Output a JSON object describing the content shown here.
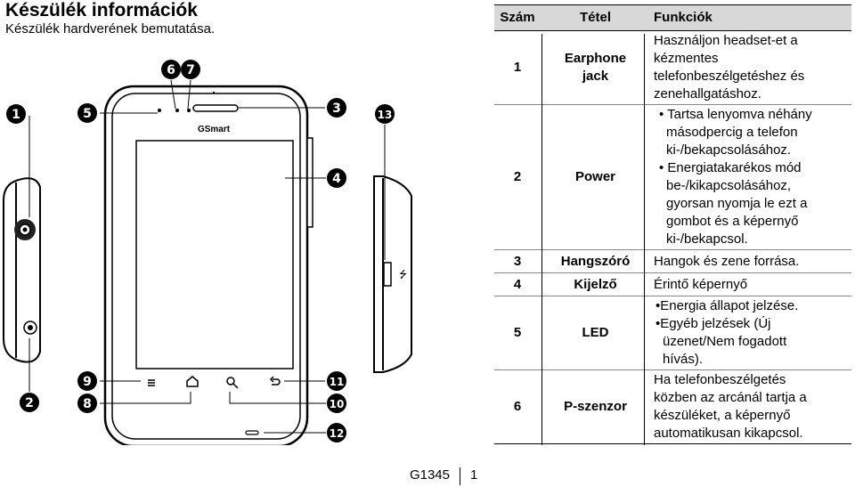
{
  "heading": {
    "title": "Készülék információk",
    "subtitle": "Készülék hardverének bemutatása."
  },
  "figure": {
    "brand": "GSmart",
    "callouts": [
      "1",
      "5",
      "6",
      "7",
      "3",
      "13",
      "4",
      "2",
      "9",
      "8",
      "11",
      "10",
      "12"
    ]
  },
  "table": {
    "headers": [
      "Szám",
      "Tétel",
      "Funkciók"
    ],
    "rows": [
      {
        "num": "1",
        "item_lines": [
          "Earphone",
          "jack"
        ],
        "func": [
          "Használjon headset-et a",
          "kézmentes",
          "telefonbeszélgetéshez és",
          "zenehallgatáshoz."
        ]
      },
      {
        "num": "2",
        "item_lines": [
          "Power"
        ],
        "bullets": [
          [
            "Tartsa lenyomva néhány",
            "másodpercig a telefon",
            "ki-/bekapcsolásához."
          ],
          [
            "Energiatakarékos mód",
            "be-/kikapcsolásához,",
            "gyorsan nyomja le ezt a",
            "gombot és a képernyő",
            "ki-/bekapcsol."
          ]
        ]
      },
      {
        "num": "3",
        "item_lines": [
          "Hangszóró"
        ],
        "func": [
          "Hangok és zene forrása."
        ]
      },
      {
        "num": "4",
        "item_lines": [
          "Kijelző"
        ],
        "func": [
          "Érintő képernyő"
        ]
      },
      {
        "num": "5",
        "item_lines": [
          "LED"
        ],
        "bullets": [
          [
            "Energia állapot jelzése."
          ],
          [
            "Egyéb jelzések (Új",
            "üzenet/Nem fogadott",
            "hívás)."
          ]
        ]
      },
      {
        "num": "6",
        "item_lines": [
          "P-szenzor"
        ],
        "func": [
          "Ha telefonbeszélgetés",
          "közben az arcánál tartja a",
          "készüléket, a képernyő",
          "automatikusan kikapcsol."
        ]
      }
    ]
  },
  "footer": {
    "model": "G1345",
    "page": "1"
  }
}
